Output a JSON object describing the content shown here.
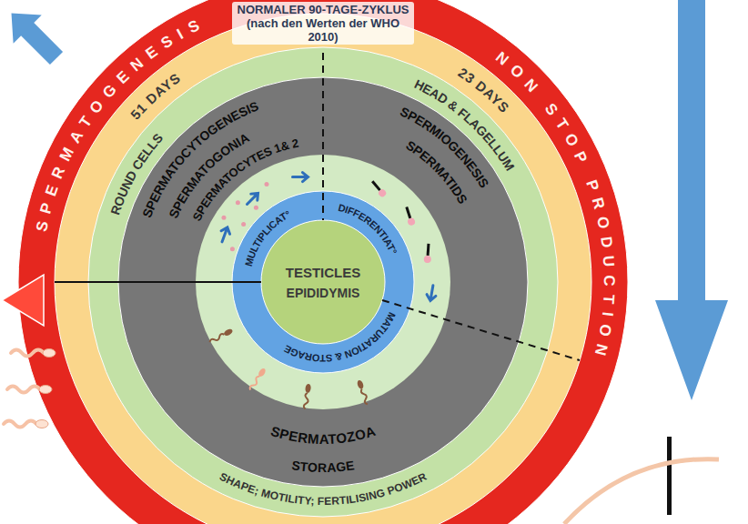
{
  "diagram": {
    "title": "NORMALER 90-TAGE-ZYKLUS (nach den Werten der WHO 2010)",
    "nodes": [
      {
        "text": [
          "SPERMATOGENESIS",
          "NON STOP PRODUCTION"
        ]
      },
      {
        "text": [
          "51 DAYS",
          "23 DAYS"
        ],
        "in": 0
      },
      {
        "text": [
          "ROUND CELLS",
          "HEAD & FLAGELLUM",
          "SHAPE; MOTILITY; FERTILISING POWER"
        ],
        "in": 1
      },
      {
        "text": [
          "SPERMATOCYTOGENESIS",
          "SPERMATOGONIA",
          "SPERMATOCYTES 1& 2",
          "SPERMIOGENESIS",
          "SPERMATIDS",
          "SPERMATOZOA",
          "STORAGE"
        ],
        "in": 2
      },
      {
        "text": [
          "MULTIPLICAT°",
          "DIFFERENTIAT°",
          "MATURATION & STORAGE"
        ],
        "in": 3
      },
      {
        "text": [
          "TESTICLES",
          "EPIDIDYMIS"
        ],
        "in": 4
      }
    ]
  }
}
